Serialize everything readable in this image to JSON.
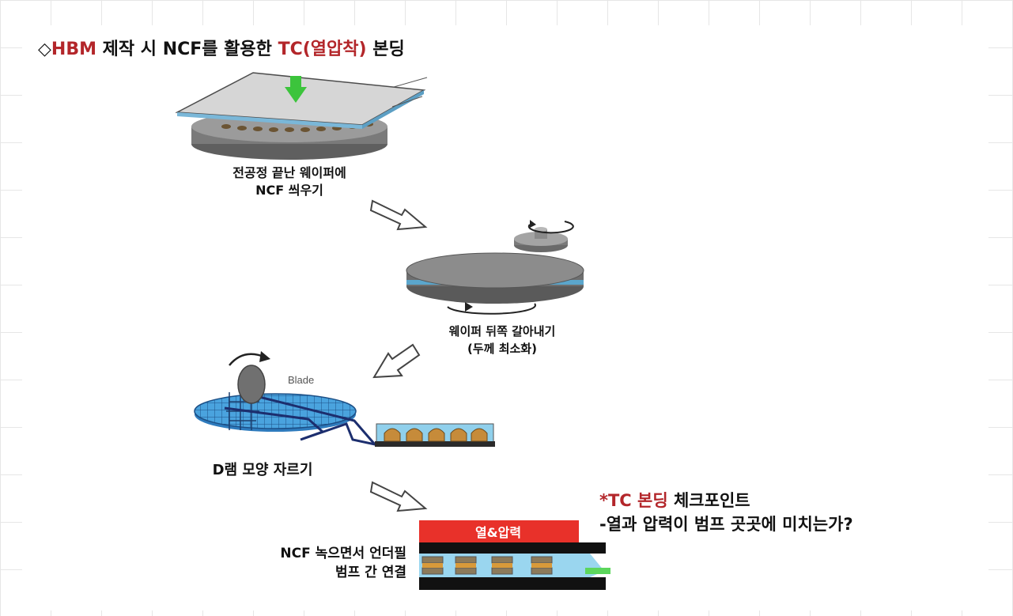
{
  "title": {
    "symbol": "◇",
    "hbm": "HBM",
    "middle": " 제작 시 NCF를 활용한 ",
    "tc": "TC(열압착)",
    "end": " 본딩"
  },
  "steps": {
    "step1": {
      "line1": "전공정 끝난 웨이퍼에",
      "line2": "NCF 씌우기"
    },
    "step2": {
      "line1": "웨이퍼 뒤쪽 갈아내기",
      "line2": "(두께 최소화)"
    },
    "step3": {
      "blade": "Blade",
      "label": "D램 모양 자르기"
    },
    "step4": {
      "press": "열&압력",
      "line1": "NCF 녹으면서 언더필",
      "line2": "범프 간 연결"
    }
  },
  "checkpoint": {
    "title_red": "*TC 본딩",
    "title_rest": " 체크포인트",
    "detail": "-열과 압력이 범프 곳곳에 미치는가?"
  },
  "colors": {
    "accent_red": "#b3262a",
    "green_arrow": "#3cc43c",
    "wafer_gray": "#6e6e6e",
    "dicing_blue": "#3d9ad6",
    "press_red": "#e8312a"
  }
}
